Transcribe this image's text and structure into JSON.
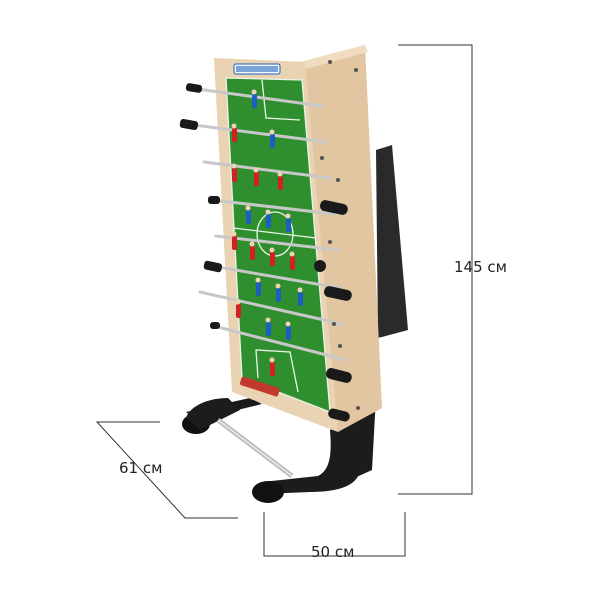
{
  "dimensions": {
    "height": "145 см",
    "depth": "61 см",
    "width": "50 см"
  },
  "colors": {
    "wood": "#e8cfae",
    "wood_dark": "#c9a883",
    "field": "#2e8b2e",
    "frame": "#1c1c1c",
    "team_red": "#d42020",
    "team_blue": "#1a5fc4",
    "rod": "#c8c8c8",
    "dim_line": "#333333"
  }
}
